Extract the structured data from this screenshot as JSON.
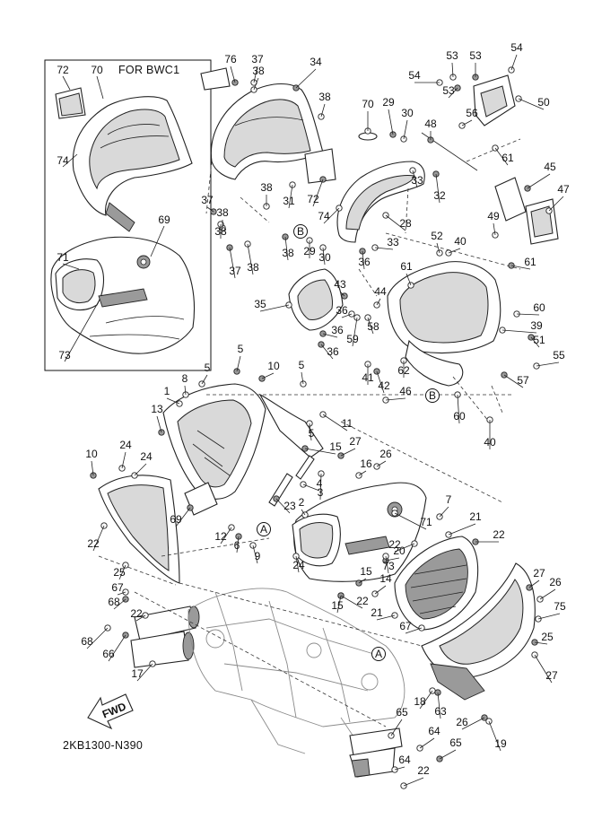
{
  "inset": {
    "title": "FOR BWC1",
    "labels": [
      "72",
      "70",
      "74",
      "69",
      "71",
      "73"
    ]
  },
  "callout_labels": [
    "76",
    "37",
    "38",
    "34",
    "38",
    "70",
    "29",
    "30",
    "53",
    "53",
    "54",
    "54",
    "53",
    "56",
    "50",
    "48",
    "61",
    "38",
    "37",
    "38",
    "31",
    "72",
    "74",
    "33",
    "32",
    "28",
    "33",
    "45",
    "47",
    "49",
    "37",
    "38",
    "38",
    "38",
    "29",
    "30",
    "36",
    "52",
    "40",
    "61",
    "61",
    "35",
    "43",
    "36",
    "44",
    "36",
    "59",
    "58",
    "36",
    "60",
    "39",
    "51",
    "55",
    "41",
    "42",
    "62",
    "46",
    "57",
    "60",
    "40",
    "5",
    "5",
    "8",
    "10",
    "5",
    "1",
    "13",
    "11",
    "5",
    "27",
    "26",
    "16",
    "15",
    "4",
    "3",
    "10",
    "24",
    "24",
    "23",
    "2",
    "71",
    "69",
    "12",
    "9",
    "6",
    "7",
    "21",
    "20",
    "14",
    "22",
    "22",
    "22",
    "24",
    "15",
    "15",
    "73",
    "27",
    "26",
    "75",
    "25",
    "25",
    "67",
    "68",
    "22",
    "21",
    "22",
    "67",
    "68",
    "66",
    "17",
    "27",
    "26",
    "19",
    "18",
    "63",
    "65",
    "64",
    "65",
    "64",
    "22"
  ],
  "circled_refs": [
    "B",
    "B",
    "A",
    "A"
  ],
  "colors": {
    "line": "#222222",
    "fill_light": "#d9d9d9",
    "fill_dark": "#9a9a9a",
    "frame": "#8a8a8a"
  },
  "fwd_arrow": "FWD",
  "diagram_code": "2KB1300-N390"
}
